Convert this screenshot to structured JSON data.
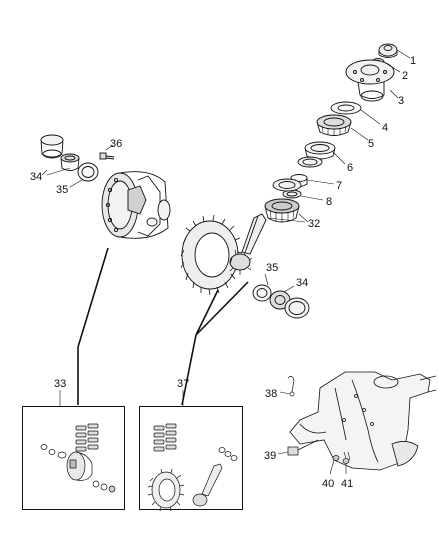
{
  "callouts": {
    "c1": "1",
    "c2": "2",
    "c3": "3",
    "c4": "4",
    "c5": "5",
    "c6": "6",
    "c7": "7",
    "c8": "8",
    "c32": "32",
    "c33": "33",
    "c34a": "34",
    "c34b": "34",
    "c35a": "35",
    "c35b": "35",
    "c36": "36",
    "c37": "37",
    "c38": "38",
    "c39": "39",
    "c40": "40",
    "c41": "41"
  },
  "colors": {
    "line": "#111111",
    "part_fill": "#f2f2f2",
    "shade": "#8a8a8a"
  }
}
